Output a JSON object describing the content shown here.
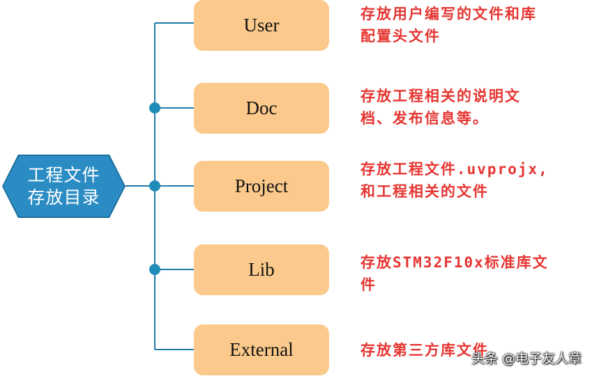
{
  "root": {
    "label_line1": "工程文件",
    "label_line2": "存放目录"
  },
  "nodes": [
    {
      "label": "User",
      "desc_line1": "存放用户编写的文件和库",
      "desc_line2": "配置头文件"
    },
    {
      "label": "Doc",
      "desc_line1": "存放工程相关的说明文",
      "desc_line2": "档、发布信息等。"
    },
    {
      "label": "Project",
      "desc_line1": "存放工程文件.uvprojx,",
      "desc_line2": "和工程相关的文件"
    },
    {
      "label": "Lib",
      "desc_line1": "存放STM32F10x标准库文",
      "desc_line2": "件"
    },
    {
      "label": "External",
      "desc_line1": "存放第三方库文件",
      "desc_line2": ""
    }
  ],
  "watermark": "头条 @电子友人章",
  "colors": {
    "root_fill": "#2b8cc4",
    "node_fill": "#fbc98b",
    "connector": "#1e7aa8",
    "description_text": "#e53531"
  }
}
